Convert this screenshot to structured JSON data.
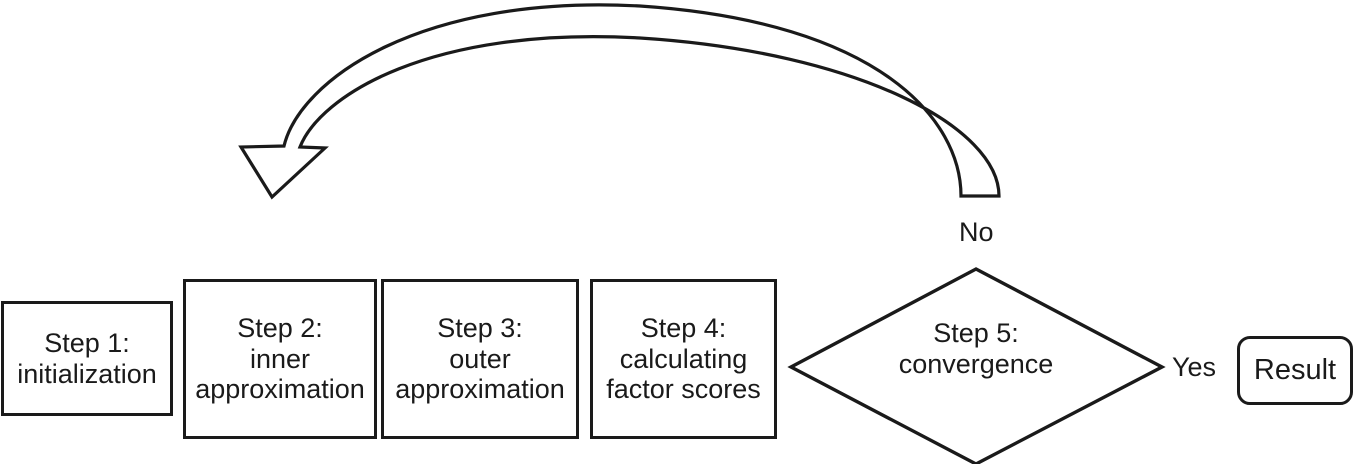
{
  "diagram": {
    "type": "flowchart",
    "title": "",
    "orientation": "left-to-right with feedback loop",
    "colors": {
      "stroke": "#1a1a1a",
      "fill": "#ffffff",
      "text": "#1a1a1a"
    },
    "nodes": [
      {
        "id": "step1",
        "shape": "rectangle",
        "label": "Step 1:\ninitialization"
      },
      {
        "id": "step2",
        "shape": "rectangle",
        "label": "Step 2:\ninner\napproximation"
      },
      {
        "id": "step3",
        "shape": "rectangle",
        "label": "Step 3:\nouter\napproximation"
      },
      {
        "id": "step4",
        "shape": "rectangle",
        "label": "Step 4:\ncalculating\nfactor scores"
      },
      {
        "id": "step5",
        "shape": "diamond",
        "label": "Step 5:\nconvergence"
      },
      {
        "id": "result",
        "shape": "rounded-rectangle",
        "label": "Result"
      }
    ],
    "edges": [
      {
        "id": "edge-no",
        "from": "step5",
        "to": "step2",
        "label": "No",
        "style": "curved-outline-arrow"
      },
      {
        "id": "edge-yes",
        "from": "step5",
        "to": "result",
        "label": "Yes",
        "style": "implicit"
      }
    ]
  }
}
